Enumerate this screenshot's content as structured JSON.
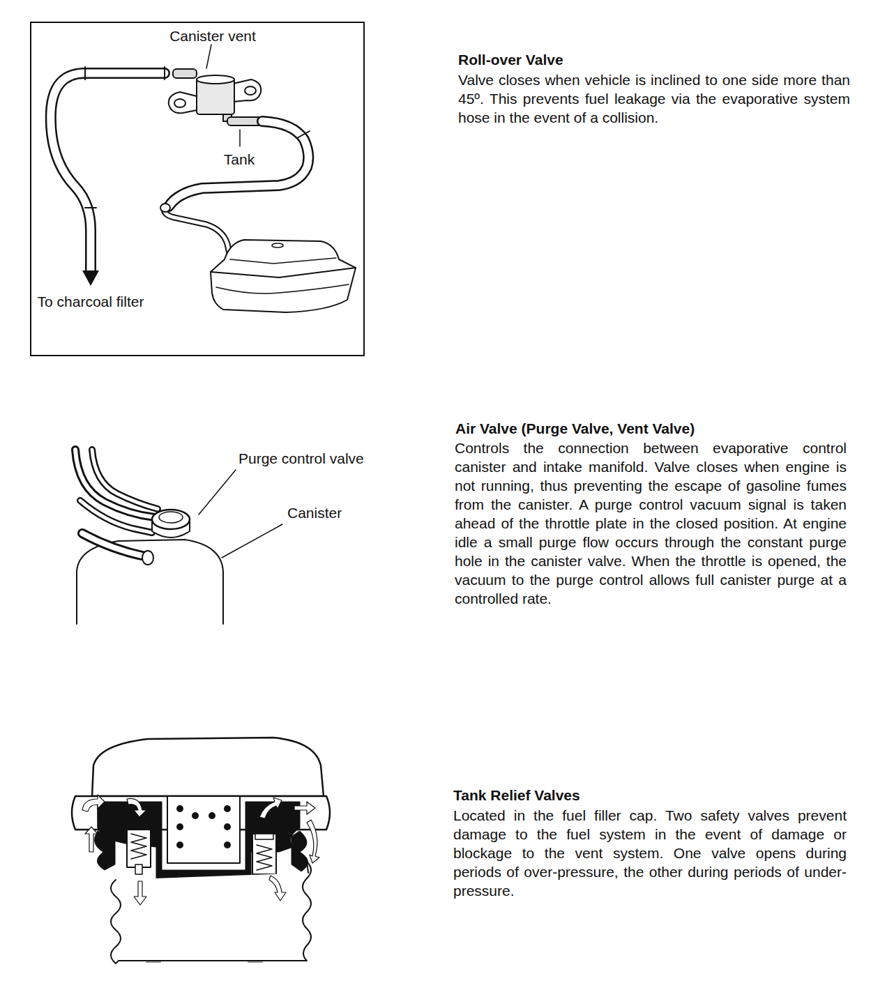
{
  "diagram": {
    "nodes": [
      {
        "text": [
          "Canister vent",
          "Tank",
          "To charcoal filter"
        ]
      }
    ],
    "labels": [
      "Roll-over Valve",
      "Valve closes when vehicle is inclined to one side more than 45º. This prevents fuel leakage via the evaporative system hose in the event of a collision.",
      "Purge control valve",
      "Canister",
      "Air Valve (Purge Valve, Vent Valve)",
      "Controls the connection between evaporative control canister and intake manifold. Valve closes when engine is not running, thus preventing the escape of gasoline fumes from the canister. A purge control vacuum signal is taken ahead of the throttle plate in the closed position. At engine idle a small purge flow occurs through the constant purge hole in the canister valve. When the throttle is opened, the vacuum to the purge control allows full canister purge at a controlled rate.",
      "Tank Relief Valves",
      "Located in the fuel filler cap. Two safety valves prevent damage to the fuel system in the event of damage or blockage to the vent system. One valve opens during periods of over-pressure, the other during periods of under-pressure."
    ]
  }
}
